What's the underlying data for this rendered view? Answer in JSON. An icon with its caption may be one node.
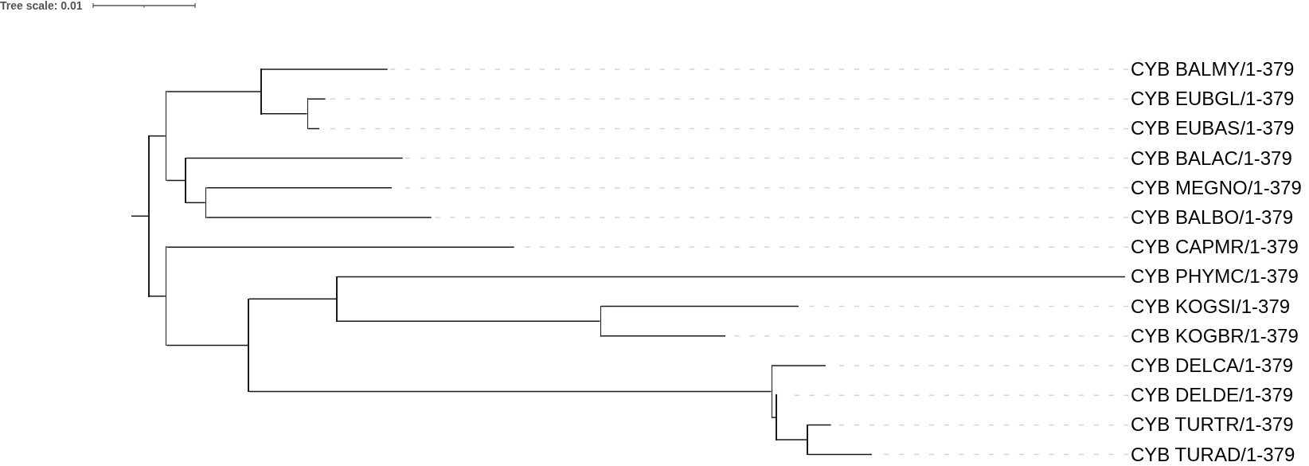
{
  "diagram": {
    "nodes": [
      {
        "text": [],
        "shape": "bar"
      },
      {
        "text": [],
        "shape": "bar"
      },
      {
        "text": [],
        "shape": "bar"
      },
      {
        "text": [],
        "shape": "bar"
      },
      {
        "text": [],
        "shape": "bar"
      },
      {
        "text": [],
        "shape": "bar"
      },
      {
        "text": [],
        "shape": "bar"
      },
      {
        "text": [],
        "shape": "bar"
      },
      {
        "text": [],
        "shape": "bar"
      },
      {
        "text": [],
        "shape": "bar"
      },
      {
        "text": [],
        "shape": "bar"
      },
      {
        "text": [],
        "shape": "bar"
      },
      {
        "text": [],
        "shape": "bar"
      },
      {
        "text": [
          "CYB BALMY/1-379"
        ]
      },
      {
        "text": [
          "CYB EUBGL/1-379"
        ]
      },
      {
        "text": [
          "CYB EUBAS/1-379"
        ]
      },
      {
        "text": [
          "CYB BALAC/1-379"
        ]
      },
      {
        "text": [
          "CYB MEGNO/1-379"
        ]
      },
      {
        "text": [
          "CYB BALBO/1-379"
        ]
      },
      {
        "text": [
          "CYB CAPMR/1-379"
        ]
      },
      {
        "text": [
          "CYB PHYMC/1-379"
        ]
      },
      {
        "text": [
          "CYB KOGSI/1-379"
        ]
      },
      {
        "text": [
          "CYB KOGBR/1-379"
        ]
      },
      {
        "text": [
          "CYB DELCA/1-379"
        ]
      },
      {
        "text": [
          "CYB DELDE/1-379"
        ]
      },
      {
        "text": [
          "CYB TURTR/1-379"
        ]
      },
      {
        "text": [
          "CYB TURAD/1-379"
        ]
      }
    ],
    "edges": [
      {
        "from": null,
        "to": 0,
        "arrow": "none"
      },
      {
        "from": 0,
        "to": 1,
        "arrow": "none"
      },
      {
        "from": 0,
        "to": 2,
        "arrow": "none"
      },
      {
        "from": 1,
        "to": 6,
        "arrow": "none"
      },
      {
        "from": 1,
        "to": 3,
        "arrow": "none"
      },
      {
        "from": 6,
        "to": 13,
        "arrow": "none"
      },
      {
        "from": 6,
        "to": 7,
        "arrow": "none"
      },
      {
        "from": 7,
        "to": 14,
        "arrow": "none"
      },
      {
        "from": 7,
        "to": 15,
        "arrow": "none"
      },
      {
        "from": 3,
        "to": 16,
        "arrow": "none"
      },
      {
        "from": 3,
        "to": 4,
        "arrow": "none"
      },
      {
        "from": 4,
        "to": 17,
        "arrow": "none"
      },
      {
        "from": 4,
        "to": 18,
        "arrow": "none"
      },
      {
        "from": 2,
        "to": 19,
        "arrow": "none"
      },
      {
        "from": 2,
        "to": 5,
        "arrow": "none"
      },
      {
        "from": 5,
        "to": 8,
        "arrow": "none"
      },
      {
        "from": 5,
        "to": 10,
        "arrow": "none"
      },
      {
        "from": 8,
        "to": 20,
        "arrow": "none"
      },
      {
        "from": 8,
        "to": 9,
        "arrow": "none"
      },
      {
        "from": 9,
        "to": 21,
        "arrow": "none"
      },
      {
        "from": 9,
        "to": 22,
        "arrow": "none"
      },
      {
        "from": 10,
        "to": 23,
        "arrow": "none"
      },
      {
        "from": 10,
        "to": 11,
        "arrow": "none"
      },
      {
        "from": 11,
        "to": 24,
        "arrow": "none"
      },
      {
        "from": 11,
        "to": 12,
        "arrow": "none"
      },
      {
        "from": 12,
        "to": 25,
        "arrow": "none"
      },
      {
        "from": 12,
        "to": 26,
        "arrow": "none"
      }
    ],
    "labels": [
      "Tree scale: 0.01"
    ]
  }
}
